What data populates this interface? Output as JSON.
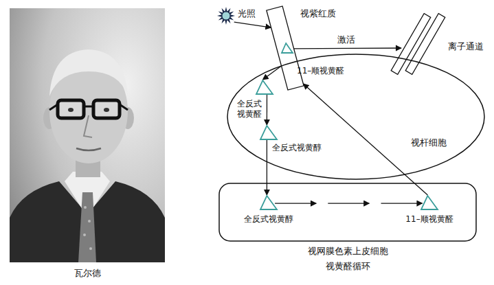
{
  "diagram": {
    "caption": "视黄醛循环",
    "nodes": [
      {
        "text": [
          "光照"
        ]
      },
      {
        "text": [
          "视紫红质"
        ]
      },
      {
        "text": [
          "11–顺视黄醛"
        ],
        "in": 1
      },
      {
        "text": [
          "离子通道"
        ]
      },
      {
        "text": [
          "视杆细胞"
        ]
      },
      {
        "text": [
          "全反式视黄醛"
        ],
        "in": 4
      },
      {
        "text": [
          "全反式视黄醇"
        ],
        "in": 4
      },
      {
        "text": [
          "视网膜色素上皮细胞"
        ]
      },
      {
        "text": [
          "全反式视黄醇"
        ],
        "in": 7
      },
      {
        "text": [
          "11–顺视黄醛"
        ],
        "in": 7
      }
    ],
    "edges": [
      {
        "from": 0,
        "to": 1,
        "arrow": "to"
      },
      {
        "from": 2,
        "to": 3,
        "label": "激活",
        "arrow": "to"
      },
      {
        "from": 1,
        "to": 5,
        "arrow": "to"
      },
      {
        "from": 5,
        "to": 6,
        "arrow": "to"
      },
      {
        "from": 6,
        "to": 8,
        "arrow": "to"
      },
      {
        "from": 8,
        "to": 9,
        "arrow": "to"
      },
      {
        "from": 9,
        "to": 1,
        "arrow": "to"
      }
    ],
    "labels": [
      "瓦尔德"
    ]
  }
}
